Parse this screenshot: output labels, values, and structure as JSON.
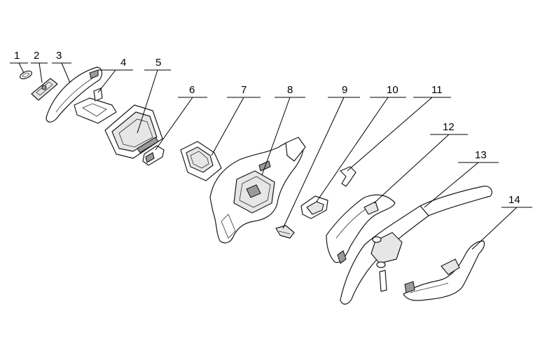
{
  "diagram": {
    "callouts": [
      {
        "number": "1"
      },
      {
        "number": "2"
      },
      {
        "number": "3"
      },
      {
        "number": "4"
      },
      {
        "number": "5"
      },
      {
        "number": "6"
      },
      {
        "number": "7"
      },
      {
        "number": "8"
      },
      {
        "number": "9"
      },
      {
        "number": "10"
      },
      {
        "number": "11"
      },
      {
        "number": "12"
      },
      {
        "number": "13"
      },
      {
        "number": "14"
      }
    ]
  }
}
